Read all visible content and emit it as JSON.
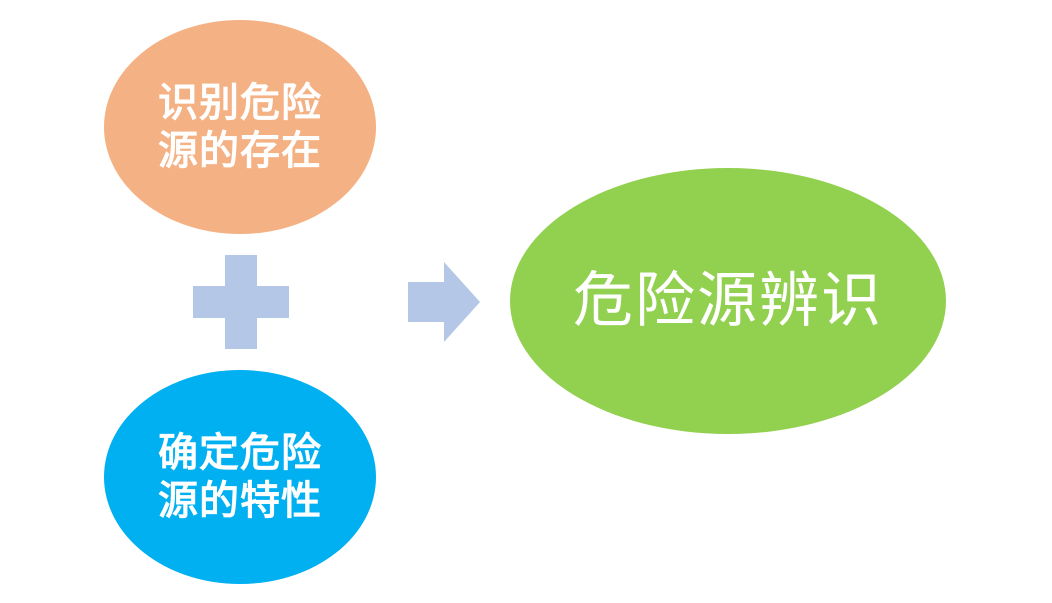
{
  "diagram": {
    "nodes": [
      {
        "id": "identify",
        "text": "识别危险源的存在",
        "color": "#f4b184"
      },
      {
        "id": "determine",
        "text": "确定危险源的特性",
        "color": "#00b0f0"
      },
      {
        "id": "result",
        "text": "危险源辨识",
        "color": "#92d050"
      }
    ],
    "operators": {
      "plus": {
        "icon": "plus-icon",
        "color": "#b4c7e7"
      },
      "arrow": {
        "icon": "arrow-right-icon",
        "color": "#b4c7e7"
      }
    }
  }
}
